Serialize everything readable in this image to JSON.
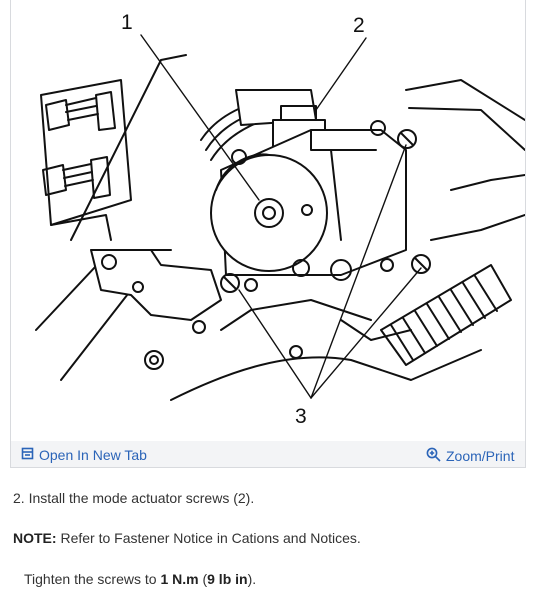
{
  "figure": {
    "callouts": [
      "1",
      "2",
      "3"
    ]
  },
  "toolbar": {
    "open_tab_label": "Open In New Tab",
    "open_tab_icon": "external-window-icon",
    "zoom_label": "Zoom/Print",
    "zoom_icon": "magnifier-plus-icon",
    "link_color": "#2b64b8"
  },
  "instructions": {
    "step": "2. Install the mode actuator screws (2).",
    "note_label": "NOTE:",
    "note_text": "Refer to Fastener Notice in Cations and Notices.",
    "tighten_prefix": "Tighten the screws to ",
    "torque_metric": "1 N.m",
    "torque_open": " (",
    "torque_imperial": "9 lb in",
    "torque_close": ")."
  }
}
